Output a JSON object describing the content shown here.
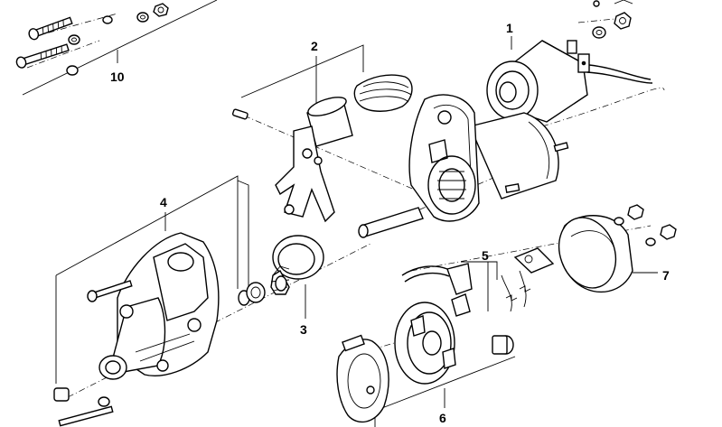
{
  "diagram": {
    "callouts": [
      {
        "id": "1",
        "text": "1"
      },
      {
        "id": "2",
        "text": "2"
      },
      {
        "id": "3",
        "text": "3"
      },
      {
        "id": "4",
        "text": "4"
      },
      {
        "id": "5",
        "text": "5"
      },
      {
        "id": "6",
        "text": "6"
      },
      {
        "id": "7",
        "text": "7"
      },
      {
        "id": "10",
        "text": "10"
      }
    ]
  },
  "style": {
    "line_color": "#000000",
    "background": "#ffffff"
  }
}
